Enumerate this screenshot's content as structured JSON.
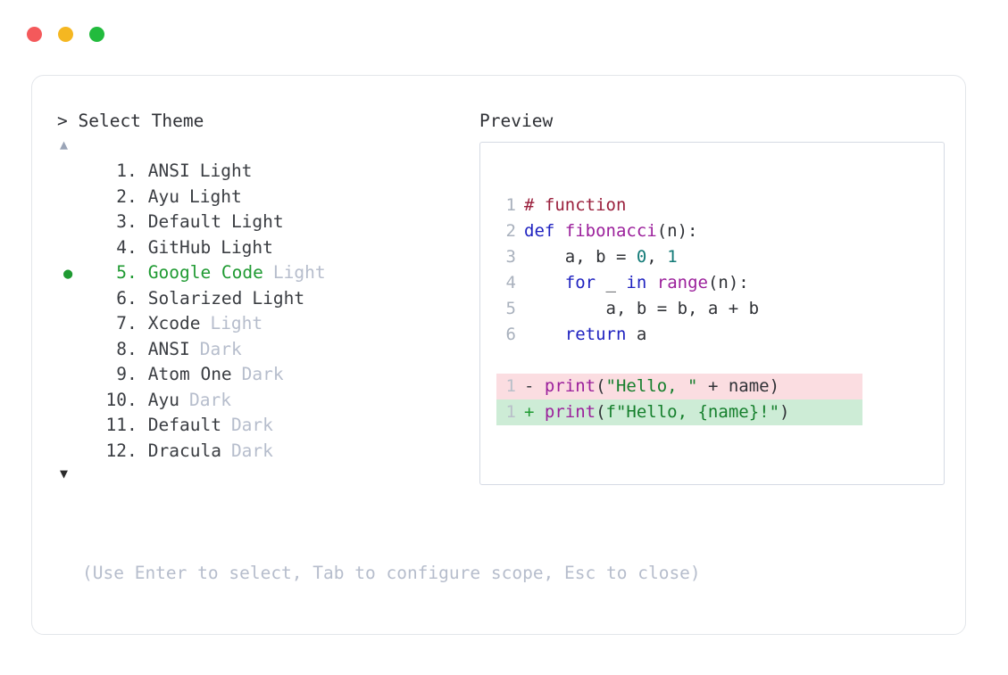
{
  "window": {
    "traffic_lights": [
      {
        "name": "close",
        "color": "#f4595b"
      },
      {
        "name": "minimize",
        "color": "#f5b721"
      },
      {
        "name": "maximize",
        "color": "#22bb3d"
      }
    ]
  },
  "prompt": {
    "marker": ">",
    "title": "Select Theme",
    "heading": "> Select Theme"
  },
  "scroll": {
    "up_glyph": "▲",
    "down_glyph": "▼",
    "up_icon": "scroll-up-arrow-icon",
    "down_icon": "scroll-down-arrow-icon"
  },
  "theme_list": {
    "selected_index": 5,
    "selected_bullet": "●",
    "accent_color": "#1f9a32",
    "muted_color": "#b6bdcc",
    "items": [
      {
        "index": "1",
        "dot": ".",
        "name": "ANSI",
        "variant": "Light",
        "variant_muted": false,
        "selected": false
      },
      {
        "index": "2",
        "dot": ".",
        "name": "Ayu",
        "variant": "Light",
        "variant_muted": false,
        "selected": false
      },
      {
        "index": "3",
        "dot": ".",
        "name": "Default",
        "variant": "Light",
        "variant_muted": false,
        "selected": false
      },
      {
        "index": "4",
        "dot": ".",
        "name": "GitHub",
        "variant": "Light",
        "variant_muted": false,
        "selected": false
      },
      {
        "index": "5",
        "dot": ".",
        "name": "Google Code",
        "variant": "Light",
        "variant_muted": true,
        "selected": true
      },
      {
        "index": "6",
        "dot": ".",
        "name": "Solarized",
        "variant": "Light",
        "variant_muted": false,
        "selected": false
      },
      {
        "index": "7",
        "dot": ".",
        "name": "Xcode",
        "variant": "Light",
        "variant_muted": true,
        "selected": false
      },
      {
        "index": "8",
        "dot": ".",
        "name": "ANSI",
        "variant": "Dark",
        "variant_muted": true,
        "selected": false
      },
      {
        "index": "9",
        "dot": ".",
        "name": "Atom One",
        "variant": "Dark",
        "variant_muted": true,
        "selected": false
      },
      {
        "index": "10",
        "dot": ".",
        "name": "Ayu",
        "variant": "Dark",
        "variant_muted": true,
        "selected": false
      },
      {
        "index": "11",
        "dot": ".",
        "name": "Default",
        "variant": "Dark",
        "variant_muted": true,
        "selected": false
      },
      {
        "index": "12",
        "dot": ".",
        "name": "Dracula",
        "variant": "Dark",
        "variant_muted": true,
        "selected": false
      }
    ]
  },
  "preview": {
    "heading": "Preview",
    "code_lines": [
      {
        "ln": "1",
        "tokens": [
          {
            "t": "# function",
            "c": "tok-comment"
          }
        ]
      },
      {
        "ln": "2",
        "tokens": [
          {
            "t": "def ",
            "c": "tok-kw"
          },
          {
            "t": "fibonacci",
            "c": "tok-fn"
          },
          {
            "t": "(n):",
            "c": "tok-plain"
          }
        ]
      },
      {
        "ln": "3",
        "tokens": [
          {
            "t": "    a, b = ",
            "c": "tok-plain"
          },
          {
            "t": "0",
            "c": "tok-num"
          },
          {
            "t": ", ",
            "c": "tok-plain"
          },
          {
            "t": "1",
            "c": "tok-num"
          }
        ]
      },
      {
        "ln": "4",
        "tokens": [
          {
            "t": "    ",
            "c": "tok-plain"
          },
          {
            "t": "for",
            "c": "tok-kw"
          },
          {
            "t": " _ ",
            "c": "tok-plain"
          },
          {
            "t": "in",
            "c": "tok-kw"
          },
          {
            "t": " ",
            "c": "tok-plain"
          },
          {
            "t": "range",
            "c": "tok-fn"
          },
          {
            "t": "(n):",
            "c": "tok-plain"
          }
        ]
      },
      {
        "ln": "5",
        "tokens": [
          {
            "t": "        a, b = b, a + b",
            "c": "tok-plain"
          }
        ]
      },
      {
        "ln": "6",
        "tokens": [
          {
            "t": "    ",
            "c": "tok-plain"
          },
          {
            "t": "return",
            "c": "tok-kw"
          },
          {
            "t": " a",
            "c": "tok-plain"
          }
        ]
      }
    ],
    "diff_lines": [
      {
        "ln": "1",
        "kind": "removed",
        "marker": "-",
        "tokens": [
          {
            "t": "print",
            "c": "tok-fn"
          },
          {
            "t": "(",
            "c": "tok-plain"
          },
          {
            "t": "\"Hello, \"",
            "c": "tok-str"
          },
          {
            "t": " + name)",
            "c": "tok-plain"
          }
        ]
      },
      {
        "ln": "1",
        "kind": "added",
        "marker": "+",
        "tokens": [
          {
            "t": "print",
            "c": "tok-fn"
          },
          {
            "t": "(",
            "c": "tok-plain"
          },
          {
            "t": "f\"Hello, {name}!\"",
            "c": "tok-str"
          },
          {
            "t": ")",
            "c": "tok-plain"
          }
        ]
      }
    ],
    "diff_colors": {
      "removed_bg": "#fbdde1",
      "added_bg": "#cdecd6"
    }
  },
  "footer": {
    "hint": "(Use Enter to select, Tab to configure scope, Esc to close)"
  }
}
